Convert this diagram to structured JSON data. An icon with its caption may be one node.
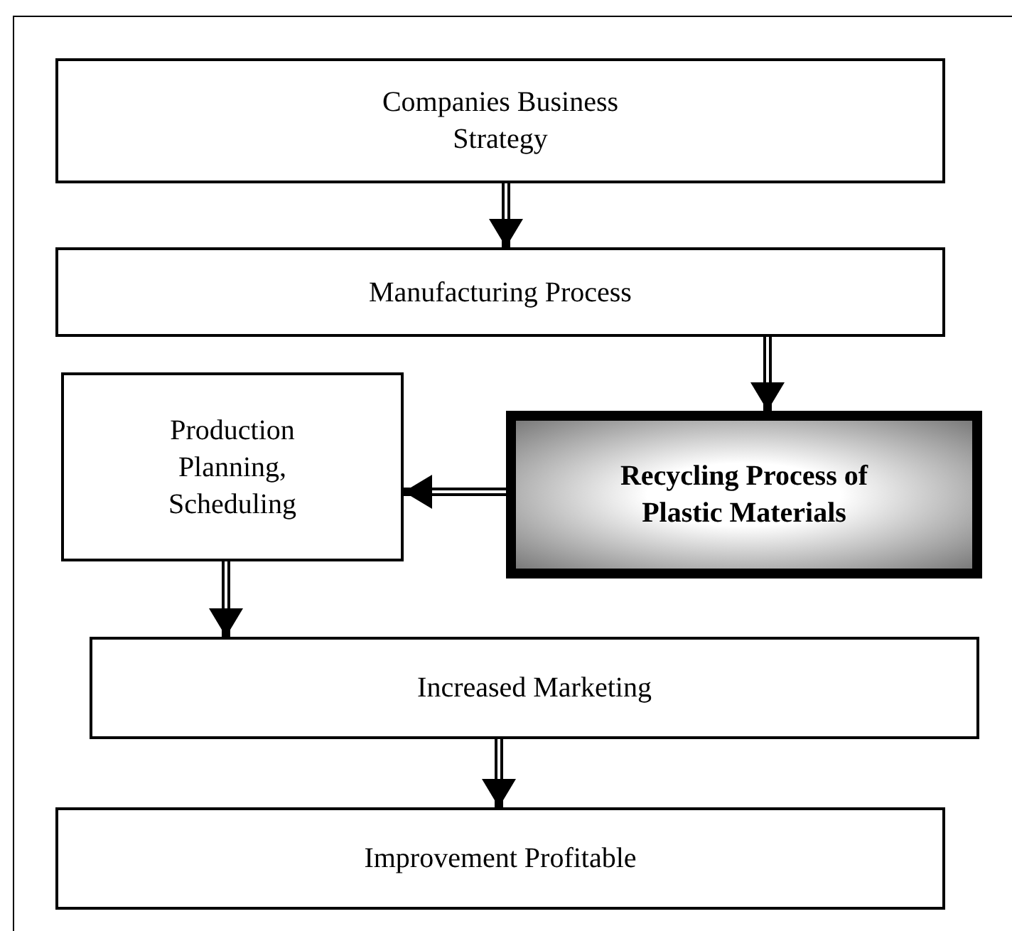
{
  "diagram": {
    "nodes": [
      {
        "text": [
          "Companies Business Strategy"
        ]
      },
      {
        "text": [
          "Manufacturing Process"
        ]
      },
      {
        "text": [
          "Production Planning, Scheduling"
        ]
      },
      {
        "text": [
          "Recycling Process of Plastic Materials"
        ]
      },
      {
        "text": [
          "Increased Marketing"
        ]
      },
      {
        "text": [
          "Improvement Profitable"
        ]
      }
    ],
    "edges": [
      {
        "from": 0,
        "to": 1,
        "arrow": "to"
      },
      {
        "from": 1,
        "to": 3,
        "arrow": "to"
      },
      {
        "from": 3,
        "to": 2,
        "arrow": "to"
      },
      {
        "from": 2,
        "to": 4,
        "arrow": "to"
      },
      {
        "from": 4,
        "to": 5,
        "arrow": "to"
      }
    ]
  }
}
